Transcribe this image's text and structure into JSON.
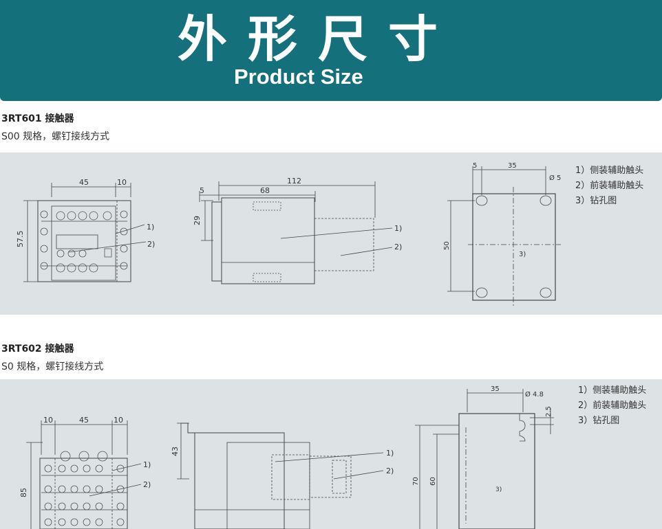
{
  "header": {
    "title": "外形尺寸",
    "subtitle": "Product Size"
  },
  "sections": [
    {
      "title": "3RT601 接触器",
      "description": "S00 规格，螺钉接线方式",
      "front_dims": {
        "total_height": "57.5",
        "width": "45",
        "side": "10",
        "callout1": "1)",
        "callout2": "2)"
      },
      "side_dims": {
        "total_depth": "112",
        "depth_a": "68",
        "offset": "5",
        "height": "29",
        "callout1": "1)",
        "callout2": "2)"
      },
      "drill_dims": {
        "offset": "5",
        "spacing_x": "35",
        "hole": "Ø 5",
        "spacing_y": "50",
        "center": "3)"
      },
      "legend": [
        "1）侧装辅助触头",
        "2）前装辅助触头",
        "3）钻孔图"
      ]
    },
    {
      "title": "3RT602 接触器",
      "description": "S0 规格，螺钉接线方式",
      "front_dims": {
        "total_height": "85",
        "width": "45",
        "side_left": "10",
        "side_right": "10",
        "callout1": "1)",
        "callout2": "2)"
      },
      "side_dims": {
        "height": "43",
        "callout1": "1)",
        "callout2": "2)"
      },
      "drill_dims": {
        "spacing_x": "35",
        "hole": "Ø 4.8",
        "slot": "2.5",
        "height_a": "70",
        "height_b": "60",
        "center": "3)"
      },
      "legend": [
        "1）侧装辅助触头",
        "2）前装辅助触头",
        "3）钻孔图"
      ]
    }
  ]
}
